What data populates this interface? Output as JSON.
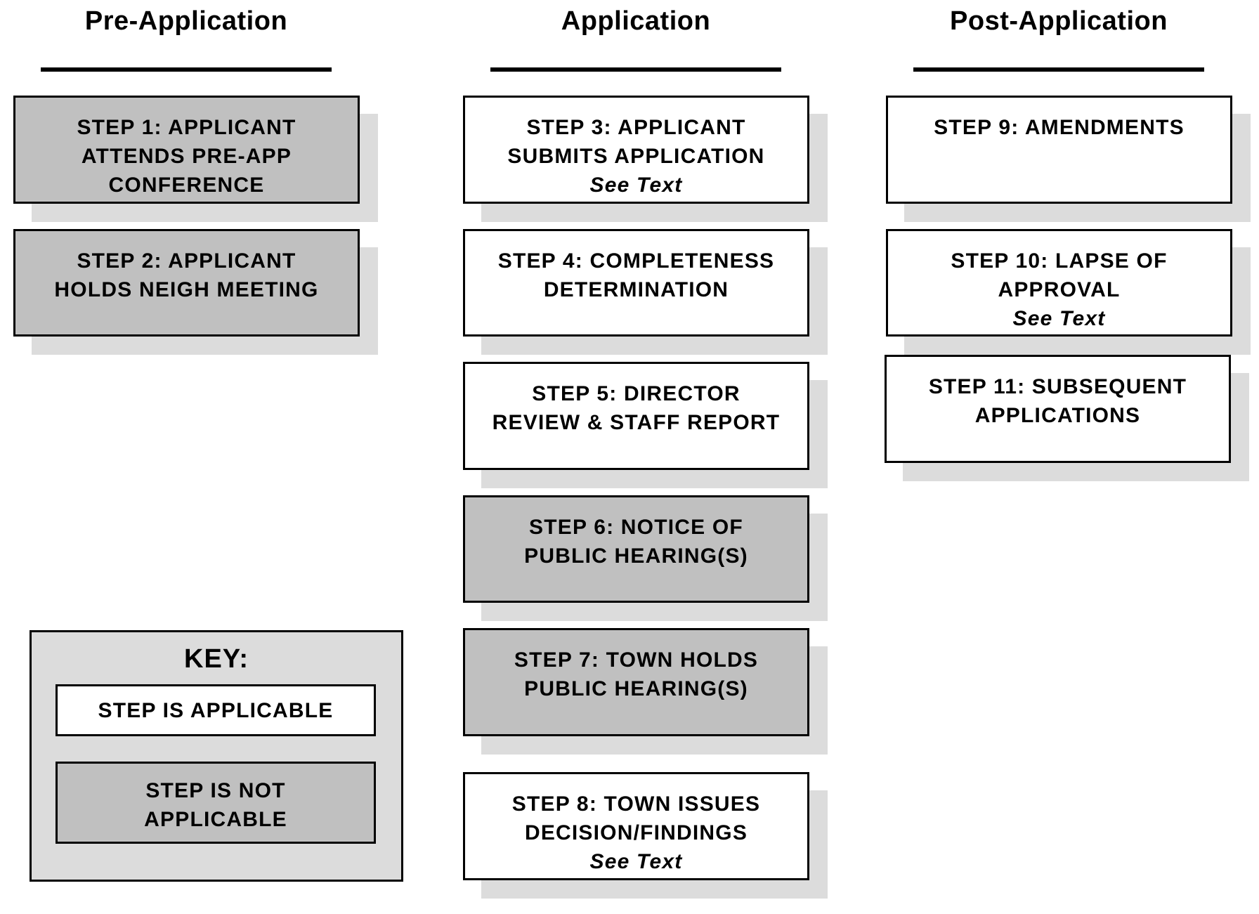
{
  "columns": {
    "pre": "Pre-Application",
    "app": "Application",
    "post": "Post-Application"
  },
  "steps": [
    {
      "id": "1",
      "lines": [
        "STEP 1:  APPLICANT",
        "ATTENDS PRE-APP",
        "CONFERENCE"
      ],
      "note": "",
      "status": "not-applicable"
    },
    {
      "id": "2",
      "lines": [
        "STEP 2:  APPLICANT",
        "HOLDS NEIGH MEETING"
      ],
      "note": "",
      "status": "not-applicable"
    },
    {
      "id": "3",
      "lines": [
        "STEP 3:  APPLICANT",
        "SUBMITS APPLICATION"
      ],
      "note": "See Text",
      "status": "applicable"
    },
    {
      "id": "4",
      "lines": [
        "STEP 4:  COMPLETENESS",
        "DETERMINATION"
      ],
      "note": "",
      "status": "applicable"
    },
    {
      "id": "5",
      "lines": [
        "STEP 5:  DIRECTOR",
        "REVIEW & STAFF REPORT"
      ],
      "note": "",
      "status": "applicable"
    },
    {
      "id": "6",
      "lines": [
        "STEP 6:  NOTICE OF",
        "PUBLIC HEARING(S)"
      ],
      "note": "",
      "status": "not-applicable"
    },
    {
      "id": "7",
      "lines": [
        "STEP 7:  TOWN HOLDS",
        "PUBLIC HEARING(S)"
      ],
      "note": "",
      "status": "not-applicable"
    },
    {
      "id": "8",
      "lines": [
        "STEP 8:  TOWN ISSUES",
        "DECISION/FINDINGS"
      ],
      "note": "See Text",
      "status": "applicable"
    },
    {
      "id": "9",
      "lines": [
        "STEP 9: AMENDMENTS"
      ],
      "note": "",
      "status": "applicable"
    },
    {
      "id": "10",
      "lines": [
        "STEP 10:  LAPSE OF",
        "APPROVAL"
      ],
      "note": "See Text",
      "status": "applicable"
    },
    {
      "id": "11",
      "lines": [
        "STEP 11: SUBSEQUENT",
        "APPLICATIONS"
      ],
      "note": "",
      "status": "applicable"
    }
  ],
  "key": {
    "title": "KEY:",
    "applicable": {
      "lines": [
        "STEP IS APPLICABLE"
      ],
      "status": "applicable"
    },
    "not_applicable": {
      "lines": [
        "STEP IS NOT",
        "APPLICABLE"
      ],
      "status": "not-applicable"
    }
  },
  "colors": {
    "applicable_fill": "#ffffff",
    "not_applicable_fill": "#c0c0c0",
    "shadow": "#dcdcdc",
    "border": "#000000"
  }
}
